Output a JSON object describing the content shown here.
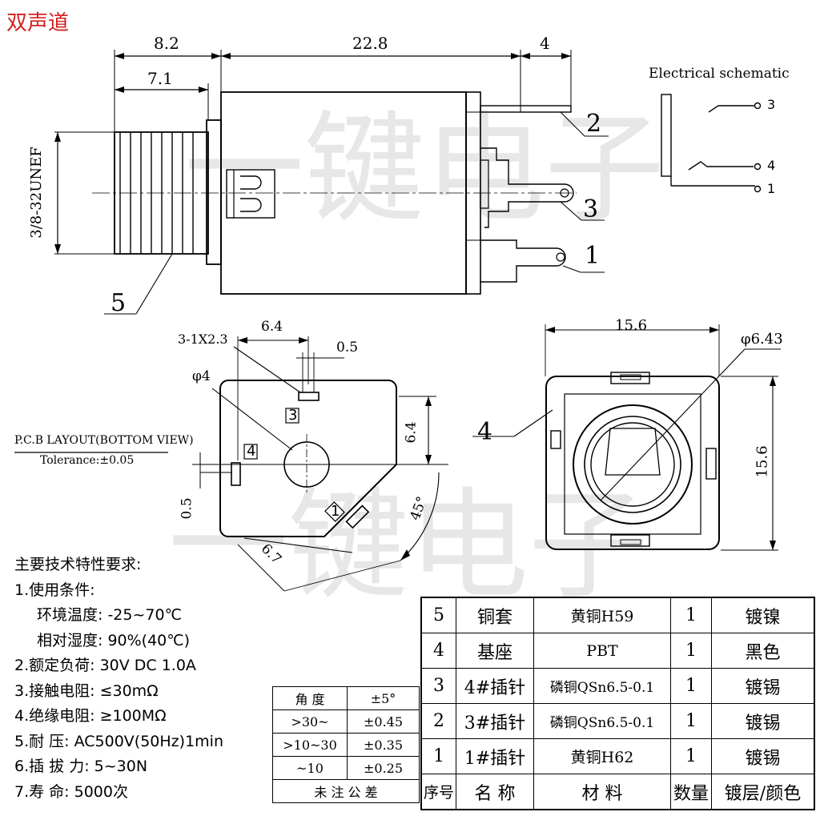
{
  "title": "双声道",
  "watermark_top": "一键电子",
  "watermark_bottom": "一键电子",
  "side_view": {
    "dim_thread_len": "8.2",
    "dim_body_len": "22.8",
    "dim_pin_ext": "4",
    "dim_inner": "7.1",
    "thread_label": "3/8-32UNEF",
    "callouts": [
      "2",
      "3",
      "1",
      "5"
    ]
  },
  "schematic": {
    "title": "Electrical schematic",
    "pins": [
      "3",
      "4",
      "1"
    ]
  },
  "pcb": {
    "hole_label": "3-1X2.3",
    "dim_spacing": "6.4",
    "dim_slot": "0.5",
    "dia_label": "φ4",
    "layout_title": "P.C.B LAYOUT(BOTTOM VIEW)",
    "tolerance": "Tolerance:±0.05",
    "dim_vertical": "6.4",
    "dim_left": "0.5",
    "dim_diag": "6.7",
    "angle": "45°",
    "pin_marks": [
      "3",
      "4",
      "1"
    ]
  },
  "front_view": {
    "dim_width": "15.6",
    "dim_height": "15.6",
    "dia_label": "φ6.43",
    "callout": "4"
  },
  "specs": {
    "heading": "主要技术特性要求:",
    "lines": [
      "1.使用条件:",
      "环境温度: -25~70℃",
      "相对湿度: 90%(40℃)",
      "2.额定负荷: 30V DC 1.0A",
      "3.接触电阻: ≤30mΩ",
      "4.绝缘电阻: ≥100MΩ",
      "5.耐    压: AC500V(50Hz)1min",
      "6.插 拔 力: 5~30N",
      "7.寿    命: 5000次"
    ]
  },
  "tolerance_table": {
    "header": [
      "角 度",
      "±5°"
    ],
    "rows": [
      [
        ">30~",
        "±0.45"
      ],
      [
        ">10~30",
        "±0.35"
      ],
      [
        "~10",
        "±0.25"
      ]
    ],
    "footer": "未 注 公 差"
  },
  "bom": {
    "rows": [
      [
        "5",
        "铜套",
        "黄铜H59",
        "1",
        "镀镍"
      ],
      [
        "4",
        "基座",
        "PBT",
        "1",
        "黑色"
      ],
      [
        "3",
        "4#插针",
        "磷铜QSn6.5-0.1",
        "1",
        "镀锡"
      ],
      [
        "2",
        "3#插针",
        "磷铜QSn6.5-0.1",
        "1",
        "镀锡"
      ],
      [
        "1",
        "1#插针",
        "黄铜H62",
        "1",
        "镀锡"
      ]
    ],
    "header": [
      "序号",
      "名 称",
      "材 料",
      "数量",
      "镀层/颜色"
    ]
  }
}
